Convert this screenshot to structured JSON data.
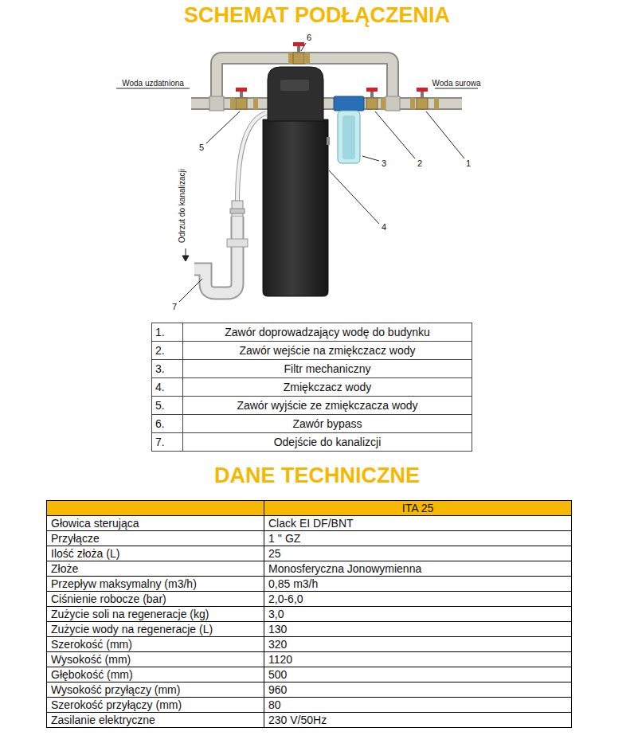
{
  "diagram": {
    "title": "SCHEMAT PODŁĄCZENIA",
    "labels": [
      "6",
      "Woda uzdatniona",
      "Woda surowa",
      "5",
      "3",
      "2",
      "1",
      "Odrzut do kanalizacji",
      "4",
      "7",
      "1.",
      "Zawór doprowadzający wodę do budynku",
      "2.",
      "Zawór wejście na zmiękczacz wody",
      "3.",
      "Filtr mechaniczny",
      "4.",
      "Zmiękczacz wody",
      "5.",
      "Zawór wyjście ze zmiękczacza wody",
      "6.",
      "Zawór bypass",
      "7.",
      "Odejście do kanalizcji",
      "DANE TECHNICZNE",
      "ITA 25",
      "Głowica sterująca",
      "Clack EI DF/BNT",
      "Przyłącze",
      "1 '' GZ",
      "Ilość złoża (L)",
      "25",
      "Złoże",
      "Monosferyczna Jonowymienna",
      "Przepływ maksymalny (m3/h)",
      "0,85 m3/h",
      "Ciśnienie robocze (bar)",
      "2,0-6,0",
      "Zużycie soli na regeneracje (kg)",
      "3,0",
      "Zużycie wody na regeneracje (L)",
      "130",
      "Szerokość (mm)",
      "320",
      "Wysokość (mm)",
      "1120",
      "Głębokość (mm)",
      "500",
      "Wysokość przyłączy (mm)",
      "960",
      "Szerokość przyłączy (mm)",
      "80",
      "Zasilanie elektryczne",
      "230 V/50Hz"
    ]
  }
}
